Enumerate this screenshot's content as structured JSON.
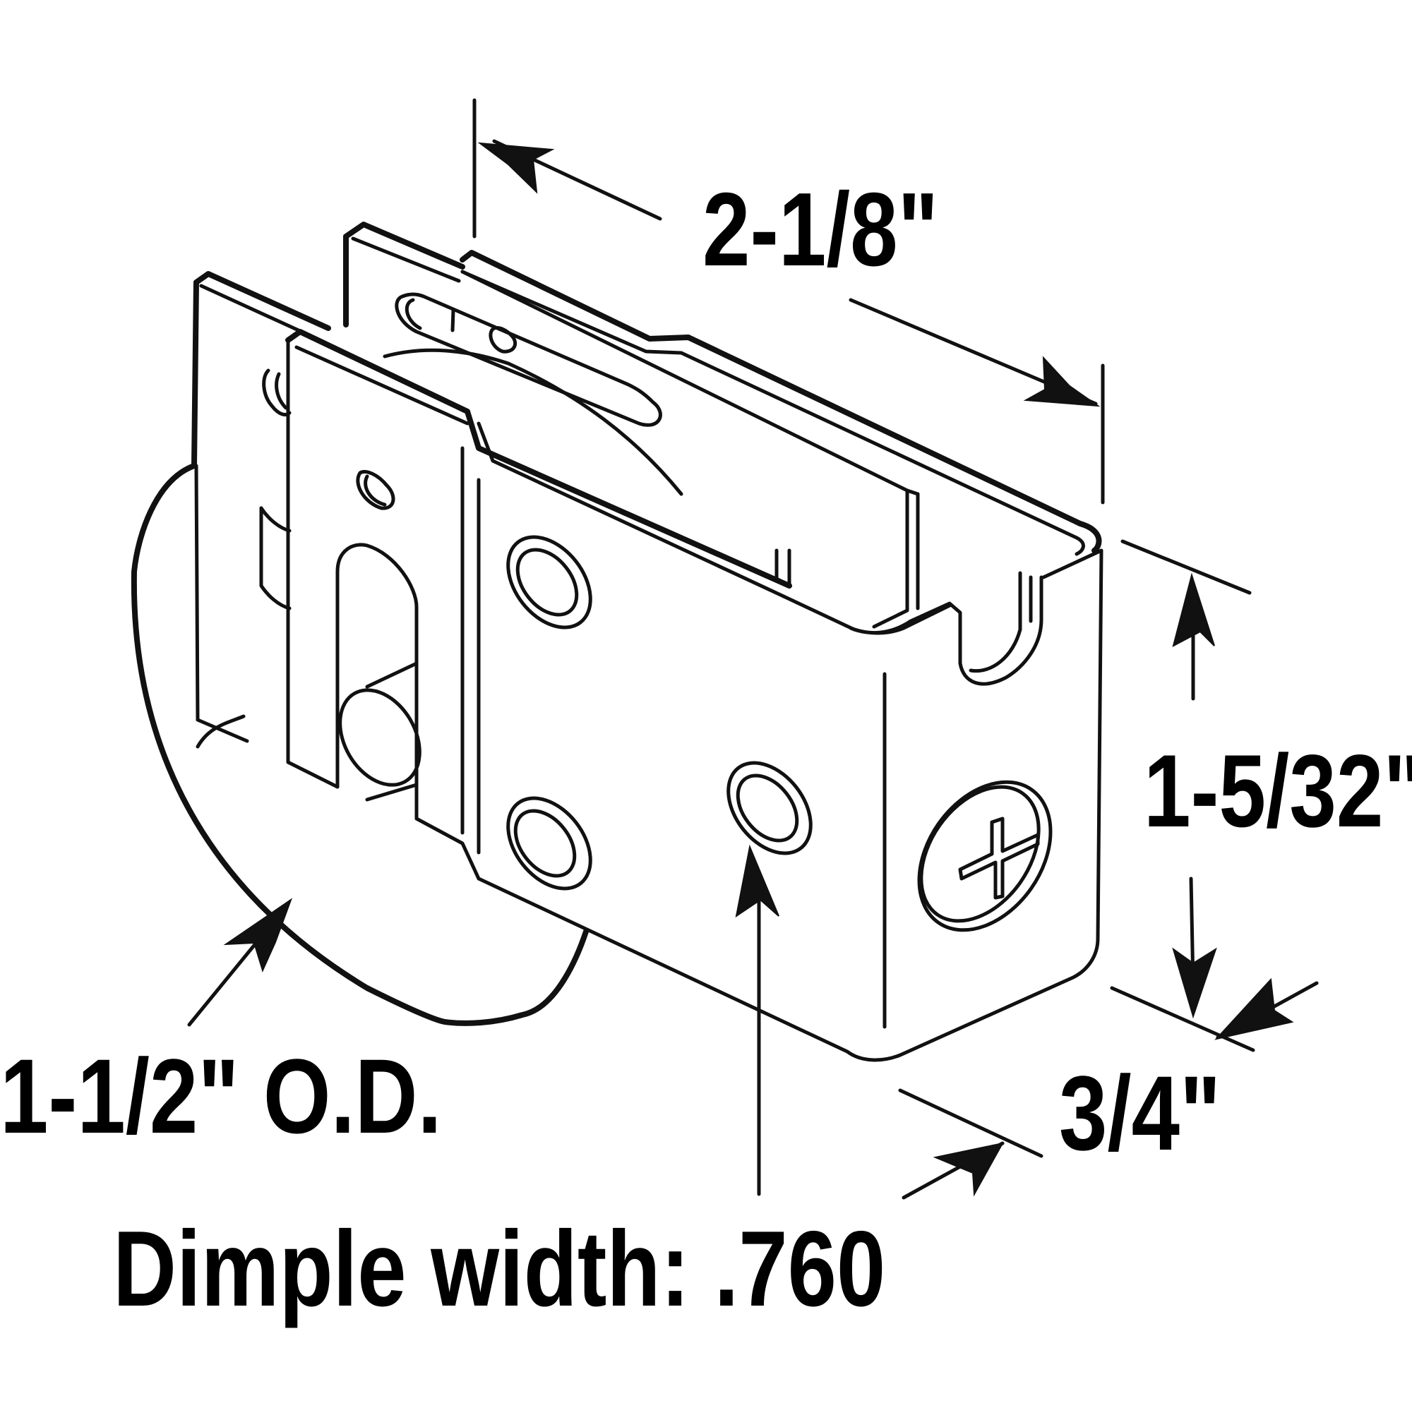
{
  "dimensions": {
    "length": "2-1/8\"",
    "height": "1-5/32\"",
    "width": "3/4\"",
    "wheel_od": "1-1/2\" O.D.",
    "dimple": "Dimple width: .760"
  },
  "colors": {
    "line": "#111111",
    "background": "#ffffff"
  }
}
